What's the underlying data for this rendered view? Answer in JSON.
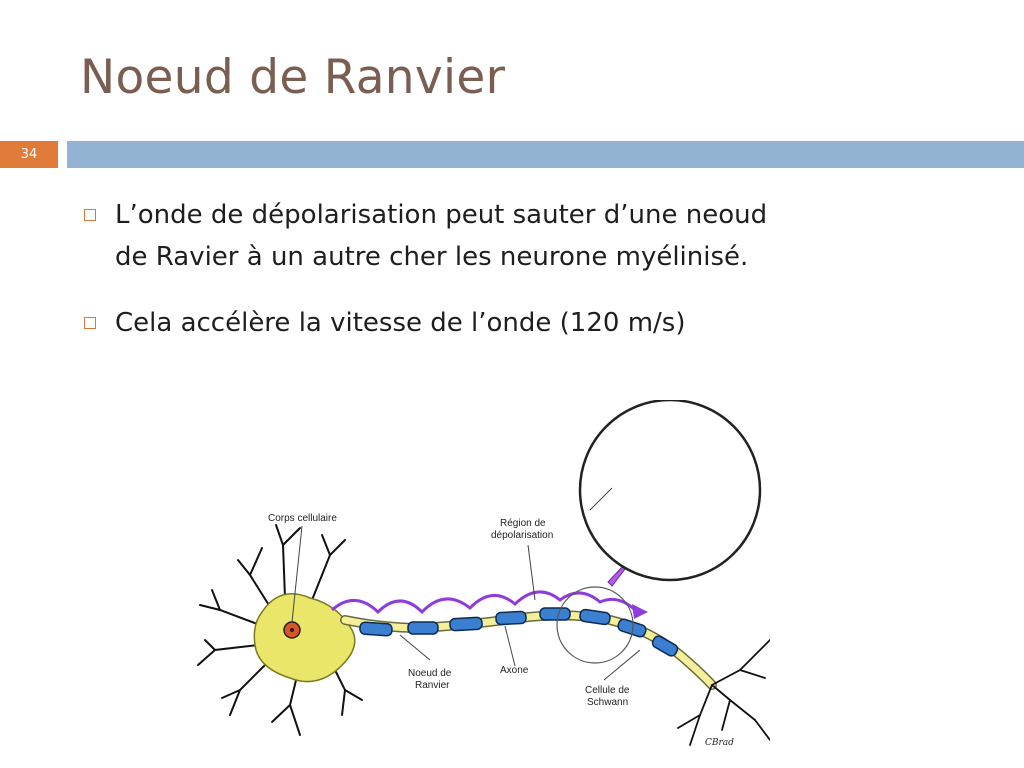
{
  "slide": {
    "title": "Noeud de Ranvier",
    "number": "34",
    "accent_color": "#e07b39",
    "bar_color": "#93b3d3",
    "title_color": "#7a5e51"
  },
  "bullets": [
    {
      "line1": "L’onde de dépolarisation peut sauter d’une neoud",
      "line2": "de Ravier à un autre cher les neurone myélinisé."
    },
    {
      "line1": "Cela accélère la vitesse de l’onde (120 m/s)"
    }
  ],
  "diagram": {
    "labels": {
      "corps": "Corps cellulaire",
      "region_line1": "Région de",
      "region_line2": "dépolarisation",
      "noeud_line1": "Noeud de",
      "noeud_line2": "Ranvier",
      "axone": "Axone",
      "cellule_line1": "Cellule de",
      "cellule_line2": "Schwann",
      "signature": "CBrad"
    },
    "colors": {
      "myelin": "#3a7fd0",
      "axon": "#f6ef9a",
      "soma": "#e9e66a",
      "wave": "#8f3cdc",
      "charge": "#d9241c"
    }
  }
}
